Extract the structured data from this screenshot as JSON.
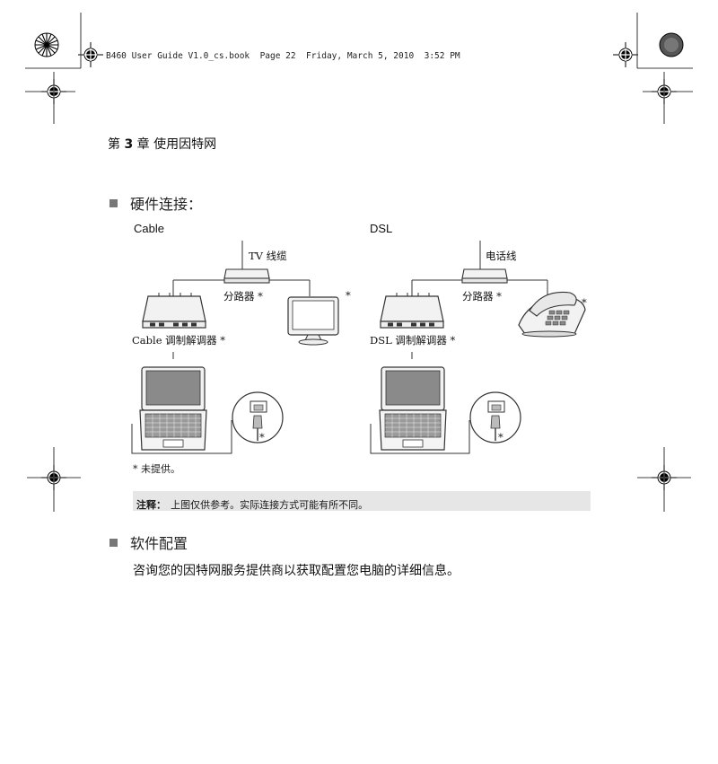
{
  "print_header": "B460 User Guide V1.0_cs.book  Page 22  Friday, March 5, 2010  3:52 PM",
  "chapter": {
    "prefix": "第",
    "number": "3",
    "suffix": "章",
    "title": "使用因特网"
  },
  "section_hardware": {
    "title": "硬件连接："
  },
  "cable": {
    "heading": "Cable",
    "tv_line": "TV 线缆",
    "splitter": "分路器 *",
    "modem": "Cable 调制解调器 *",
    "tv_star": "*",
    "plug_star": "*"
  },
  "dsl": {
    "heading": "DSL",
    "phone_line": "电话线",
    "splitter": "分路器 *",
    "modem": "DSL 调制解调器 *",
    "phone_star": "*",
    "plug_star": "*"
  },
  "footnote": "* 未提供。",
  "note": {
    "label": "注释：",
    "text": "上图仅供参考。实际连接方式可能有所不同。"
  },
  "section_software": {
    "title": "软件配置"
  },
  "software_text": "咨询您的因特网服务提供商以获取配置您电脑的详细信息。"
}
